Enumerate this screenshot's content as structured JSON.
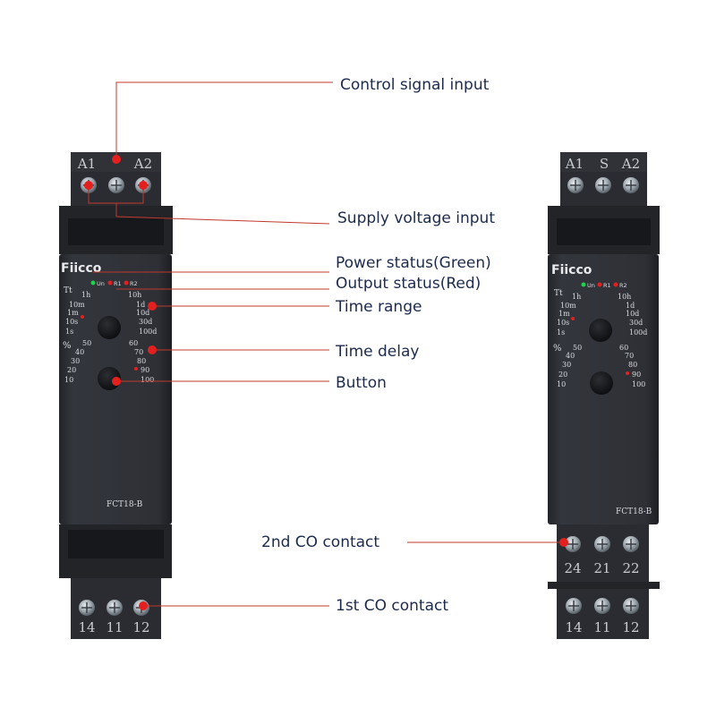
{
  "callouts": {
    "control_signal": "Control signal input",
    "supply_voltage": "Supply voltage input",
    "power_status": "Power status(Green)",
    "output_status": "Output status(Red)",
    "time_range": "Time range",
    "time_delay": "Time delay",
    "button": "Button",
    "second_co": "2nd CO contact",
    "first_co": "1st CO contact"
  },
  "left_relay": {
    "top_terminals": [
      "A1",
      "",
      "A2"
    ],
    "bottom_terminals": [
      "14",
      "11",
      "12"
    ],
    "model": "FCT18-B"
  },
  "right_relay": {
    "top_terminals": [
      "A1",
      "S",
      "A2"
    ],
    "middle_terminals": [
      "24",
      "21",
      "22"
    ],
    "bottom_terminals": [
      "14",
      "11",
      "12"
    ],
    "model": "FCT18-B"
  },
  "panel": {
    "brand": "Fiicco",
    "led_labels": [
      "Un",
      "R1",
      "R2"
    ],
    "tt_label": "Tt",
    "time_range_left": [
      "1h",
      "10m",
      "1m",
      "10s",
      "1s"
    ],
    "time_range_right": [
      "10h",
      "1d",
      "10d",
      "30d",
      "100d"
    ],
    "percent_label": "%",
    "delay_left": [
      "50",
      "40",
      "30",
      "20",
      "10"
    ],
    "delay_right": [
      "60",
      "70",
      "80",
      "90",
      "100"
    ]
  },
  "colors": {
    "housing": "#2b2d33",
    "housing_dark": "#1d1f24",
    "text_label": "#1c2a4c",
    "leader": "#c0392b",
    "marker": "#e4201e",
    "led_green": "#1fd14b",
    "led_red": "#e4201e"
  }
}
